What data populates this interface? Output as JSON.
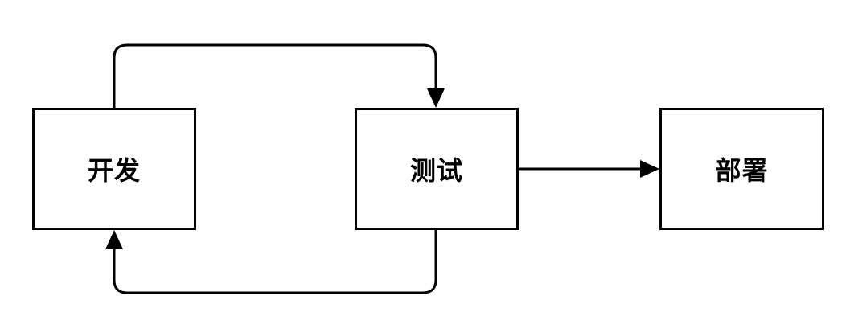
{
  "diagram": {
    "nodes": [
      {
        "id": "dev",
        "label": "开发"
      },
      {
        "id": "test",
        "label": "测试"
      },
      {
        "id": "deploy",
        "label": "部署"
      }
    ],
    "edges": [
      {
        "from": "dev",
        "to": "test"
      },
      {
        "from": "test",
        "to": "dev"
      },
      {
        "from": "test",
        "to": "deploy"
      }
    ],
    "colors": {
      "stroke": "#000000",
      "background": "#ffffff"
    }
  }
}
